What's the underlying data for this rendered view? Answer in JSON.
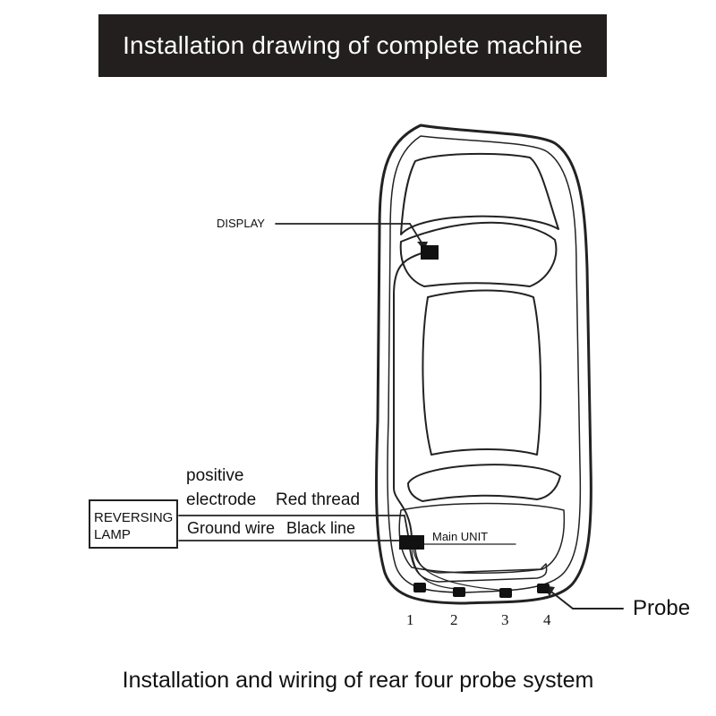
{
  "header": {
    "title": "Installation drawing of complete machine"
  },
  "labels": {
    "display": "DISPLAY",
    "positive_electrode": [
      "positive",
      "electrode"
    ],
    "red_thread": "Red thread",
    "ground_wire": "Ground wire",
    "black_line": "Black line",
    "main_unit": "Main UNIT",
    "probe": "Probe"
  },
  "reversing_lamp": {
    "line1": "REVERSING",
    "line2": "LAMP"
  },
  "probes": [
    "1",
    "2",
    "3",
    "4"
  ],
  "caption": "Installation and wiring of rear four probe system",
  "colors": {
    "title_background": "#231f1f",
    "title_text": "#ffffff",
    "line": "#222222"
  }
}
